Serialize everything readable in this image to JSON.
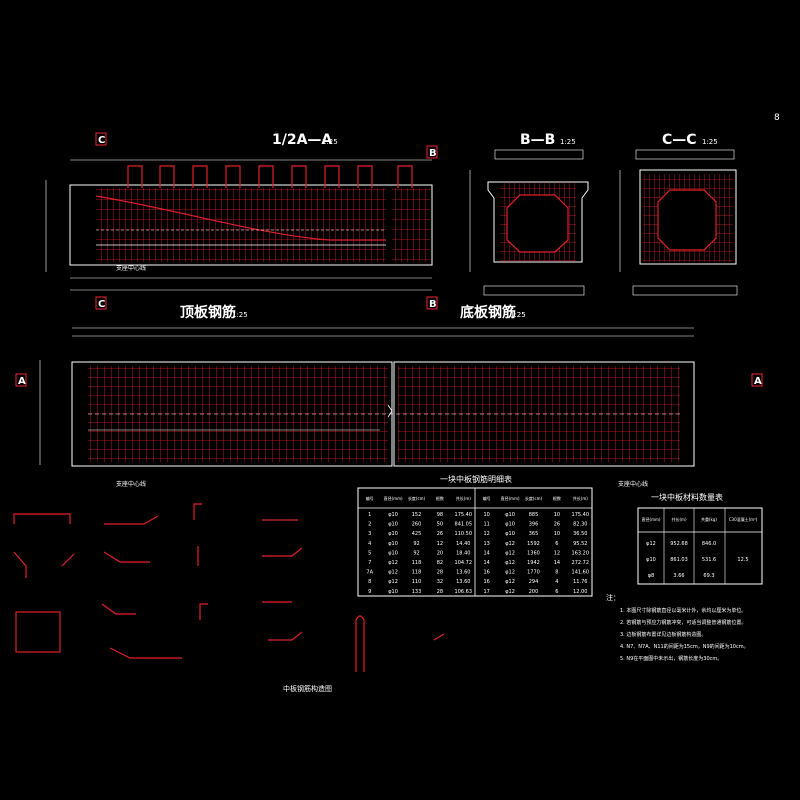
{
  "page_number": "8",
  "colors": {
    "background": "#000000",
    "rebar": "#e0202a",
    "outline": "#ffffff",
    "dimension": "#ffffff"
  },
  "sections": {
    "half_a": {
      "title": "1/2A—A",
      "scale": "1:25",
      "left_mark": "C",
      "right_mark": "B"
    },
    "b_b": {
      "title": "B—B",
      "scale": "1:25"
    },
    "c_c": {
      "title": "C—C",
      "scale": "1:25"
    },
    "top_plate": {
      "title": "顶板钢筋",
      "scale": "1:25"
    },
    "bottom_plate": {
      "title": "底板钢筋",
      "scale": "1:25"
    },
    "a_mark": "A"
  },
  "labels": {
    "support_center_1": "支座中心线",
    "support_center_2": "支座中心线",
    "support_center_3": "支座中心线",
    "detail_title": "中板钢筋构造图"
  },
  "rebar_table": {
    "title": "一块中板钢筋明细表",
    "headers": [
      "编号",
      "直径(mm)",
      "长度(cm)",
      "根数",
      "共长(m)",
      "编号",
      "直径(mm)",
      "长度(cm)",
      "根数",
      "共长(m)"
    ],
    "rows": [
      [
        "1",
        "φ10",
        "152",
        "98",
        "175.40",
        "10",
        "φ10",
        "885",
        "10",
        "175.40"
      ],
      [
        "2",
        "φ10",
        "260",
        "50",
        "841.05",
        "11",
        "φ10",
        "396",
        "26",
        "82.30"
      ],
      [
        "3",
        "φ10",
        "425",
        "26",
        "110.50",
        "12",
        "φ10",
        "365",
        "10",
        "36.50"
      ],
      [
        "4",
        "φ10",
        "92",
        "12",
        "14.40",
        "13",
        "φ12",
        "1592",
        "6",
        "95.52"
      ],
      [
        "5",
        "φ10",
        "92",
        "20",
        "18.40",
        "14",
        "φ12",
        "1360",
        "12",
        "163.20"
      ],
      [
        "7",
        "φ12",
        "118",
        "82",
        "104.72",
        "14",
        "φ12",
        "1942",
        "14",
        "272.72"
      ],
      [
        "7A",
        "φ12",
        "118",
        "28",
        "13.60",
        "16",
        "φ12",
        "1770",
        "8",
        "141.60"
      ],
      [
        "8",
        "φ12",
        "110",
        "32",
        "13.60",
        "16",
        "φ12",
        "294",
        "4",
        "11.76"
      ],
      [
        "9",
        "φ10",
        "133",
        "28",
        "106.63",
        "17",
        "φ12",
        "200",
        "6",
        "12.00"
      ]
    ]
  },
  "material_table": {
    "title": "一块中板材料数量表",
    "headers": [
      "直径(mm)",
      "共长(m)",
      "共重(kg)",
      "C30混凝土(m³)"
    ],
    "rows": [
      [
        "φ12",
        "952.68",
        "846.0",
        ""
      ],
      [
        "φ10",
        "861.03",
        "531.6",
        "12.5"
      ],
      [
        "φ8",
        "3.66",
        "69.3",
        ""
      ]
    ]
  },
  "notes": {
    "head": "注：",
    "items": [
      "1. 本图尺寸除钢筋直径以毫米计外，余均以厘米为单位。",
      "2. 若钢筋与预应力钢筋冲突，可适当调整普通钢筋位置。",
      "3. 边板钢筋布置详见边板钢筋构造图。",
      "4. N7、N7A、N11的间距为15cm，N9的间距为10cm。",
      "5. N9在平面图中未示出，钢筋长度为30cm。"
    ]
  }
}
